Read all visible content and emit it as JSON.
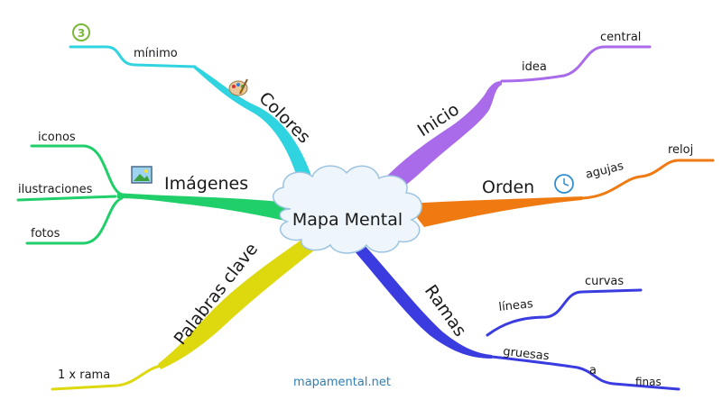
{
  "center": {
    "label": "Mapa Mental"
  },
  "credit": "mapamental.net",
  "colors": {
    "colores": "#2fd4e0",
    "imagenes": "#20cf6a",
    "palabras": "#ded80e",
    "inicio": "#a96bea",
    "orden": "#f07a12",
    "ramas": "#3a3ce0",
    "badge": "#7ab83a",
    "clock": "#2f8fd0"
  },
  "branches": {
    "colores": {
      "label": "Colores",
      "icon": "palette-icon",
      "badge": "3",
      "subs": [
        "mínimo"
      ]
    },
    "imagenes": {
      "label": "Imágenes",
      "icon": "picture-icon",
      "subs": [
        "iconos",
        "ilustraciones",
        "fotos"
      ]
    },
    "palabras": {
      "label": "Palabras clave",
      "subs": [
        "1 x rama"
      ]
    },
    "inicio": {
      "label": "Inicio",
      "subs": [
        "idea",
        "central"
      ]
    },
    "orden": {
      "label": "Orden",
      "icon": "clock-icon",
      "subs": [
        "agujas",
        "reloj"
      ]
    },
    "ramas": {
      "label": "Ramas",
      "subs": [
        "líneas",
        "curvas",
        "gruesas",
        "a",
        "finas"
      ]
    }
  }
}
